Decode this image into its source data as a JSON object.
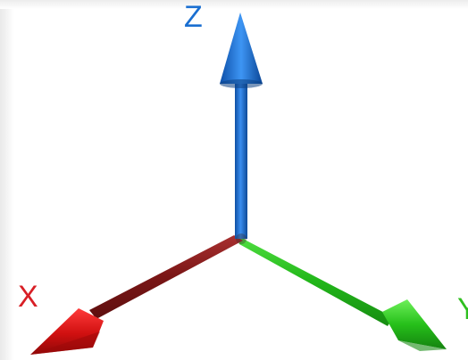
{
  "axes": {
    "z": {
      "label": "Z",
      "color": "#1a6fd1"
    },
    "x": {
      "label": "X",
      "color": "#d81f26"
    },
    "y": {
      "label": "Y",
      "color": "#2fbf1f"
    },
    "x_shaft_color": "#8c1c1c",
    "y_shaft_color": "#28b828",
    "z_shaft_color": "#1d67c6"
  }
}
